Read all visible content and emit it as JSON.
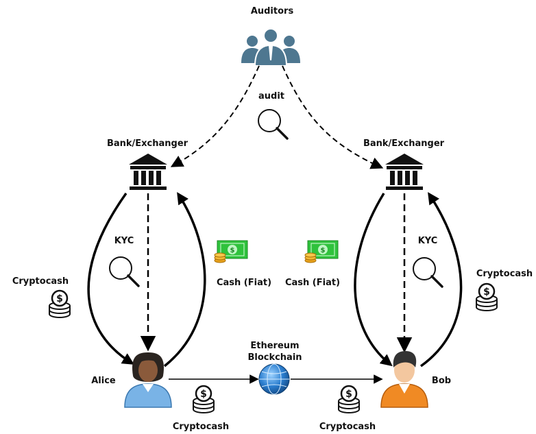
{
  "labels": {
    "auditors": "Auditors",
    "audit": "audit",
    "bank_left": "Bank/Exchanger",
    "bank_right": "Bank/Exchanger",
    "kyc_left": "KYC",
    "kyc_right": "KYC",
    "cash_left": "Cash (Fiat)",
    "cash_right": "Cash (Fiat)",
    "crypto_left": "Cryptocash",
    "crypto_right": "Cryptocash",
    "crypto_bottom_left": "Cryptocash",
    "crypto_bottom_right": "Cryptocash",
    "eth_line1": "Ethereum",
    "eth_line2": "Blockchain",
    "alice": "Alice",
    "bob": "Bob"
  },
  "icons": {
    "auditors": "people-group-icon",
    "bank": "bank-building-icon",
    "magnifier": "magnifying-glass-icon",
    "cash": "banknote-with-coins-icon",
    "coins": "coin-stack-icon",
    "globe": "globe-icon",
    "alice": "person-avatar-icon",
    "bob": "person-avatar-icon"
  },
  "colors": {
    "auditors": "#4e7790",
    "banknote": "#2fc23c",
    "coins_gold": "#e8a21c",
    "alice_shirt": "#79b3e6",
    "bob_shirt": "#f08a24",
    "globe": "#2c7fd0"
  }
}
